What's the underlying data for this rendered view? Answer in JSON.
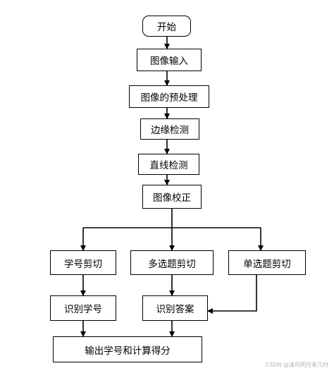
{
  "nodes": {
    "start": "开始",
    "image_input": "图像输入",
    "preprocess": "图像的预处理",
    "edge_detect": "边缘检测",
    "line_detect": "直线检测",
    "image_correct": "图像校正",
    "id_crop": "学号剪切",
    "multi_crop": "多选题剪切",
    "single_crop": "单选题剪切",
    "recognize_id": "识别学号",
    "recognize_answer": "识别答案",
    "output": "输出学号和计算得分"
  },
  "watermark": "CSDN @清风明月来几时"
}
